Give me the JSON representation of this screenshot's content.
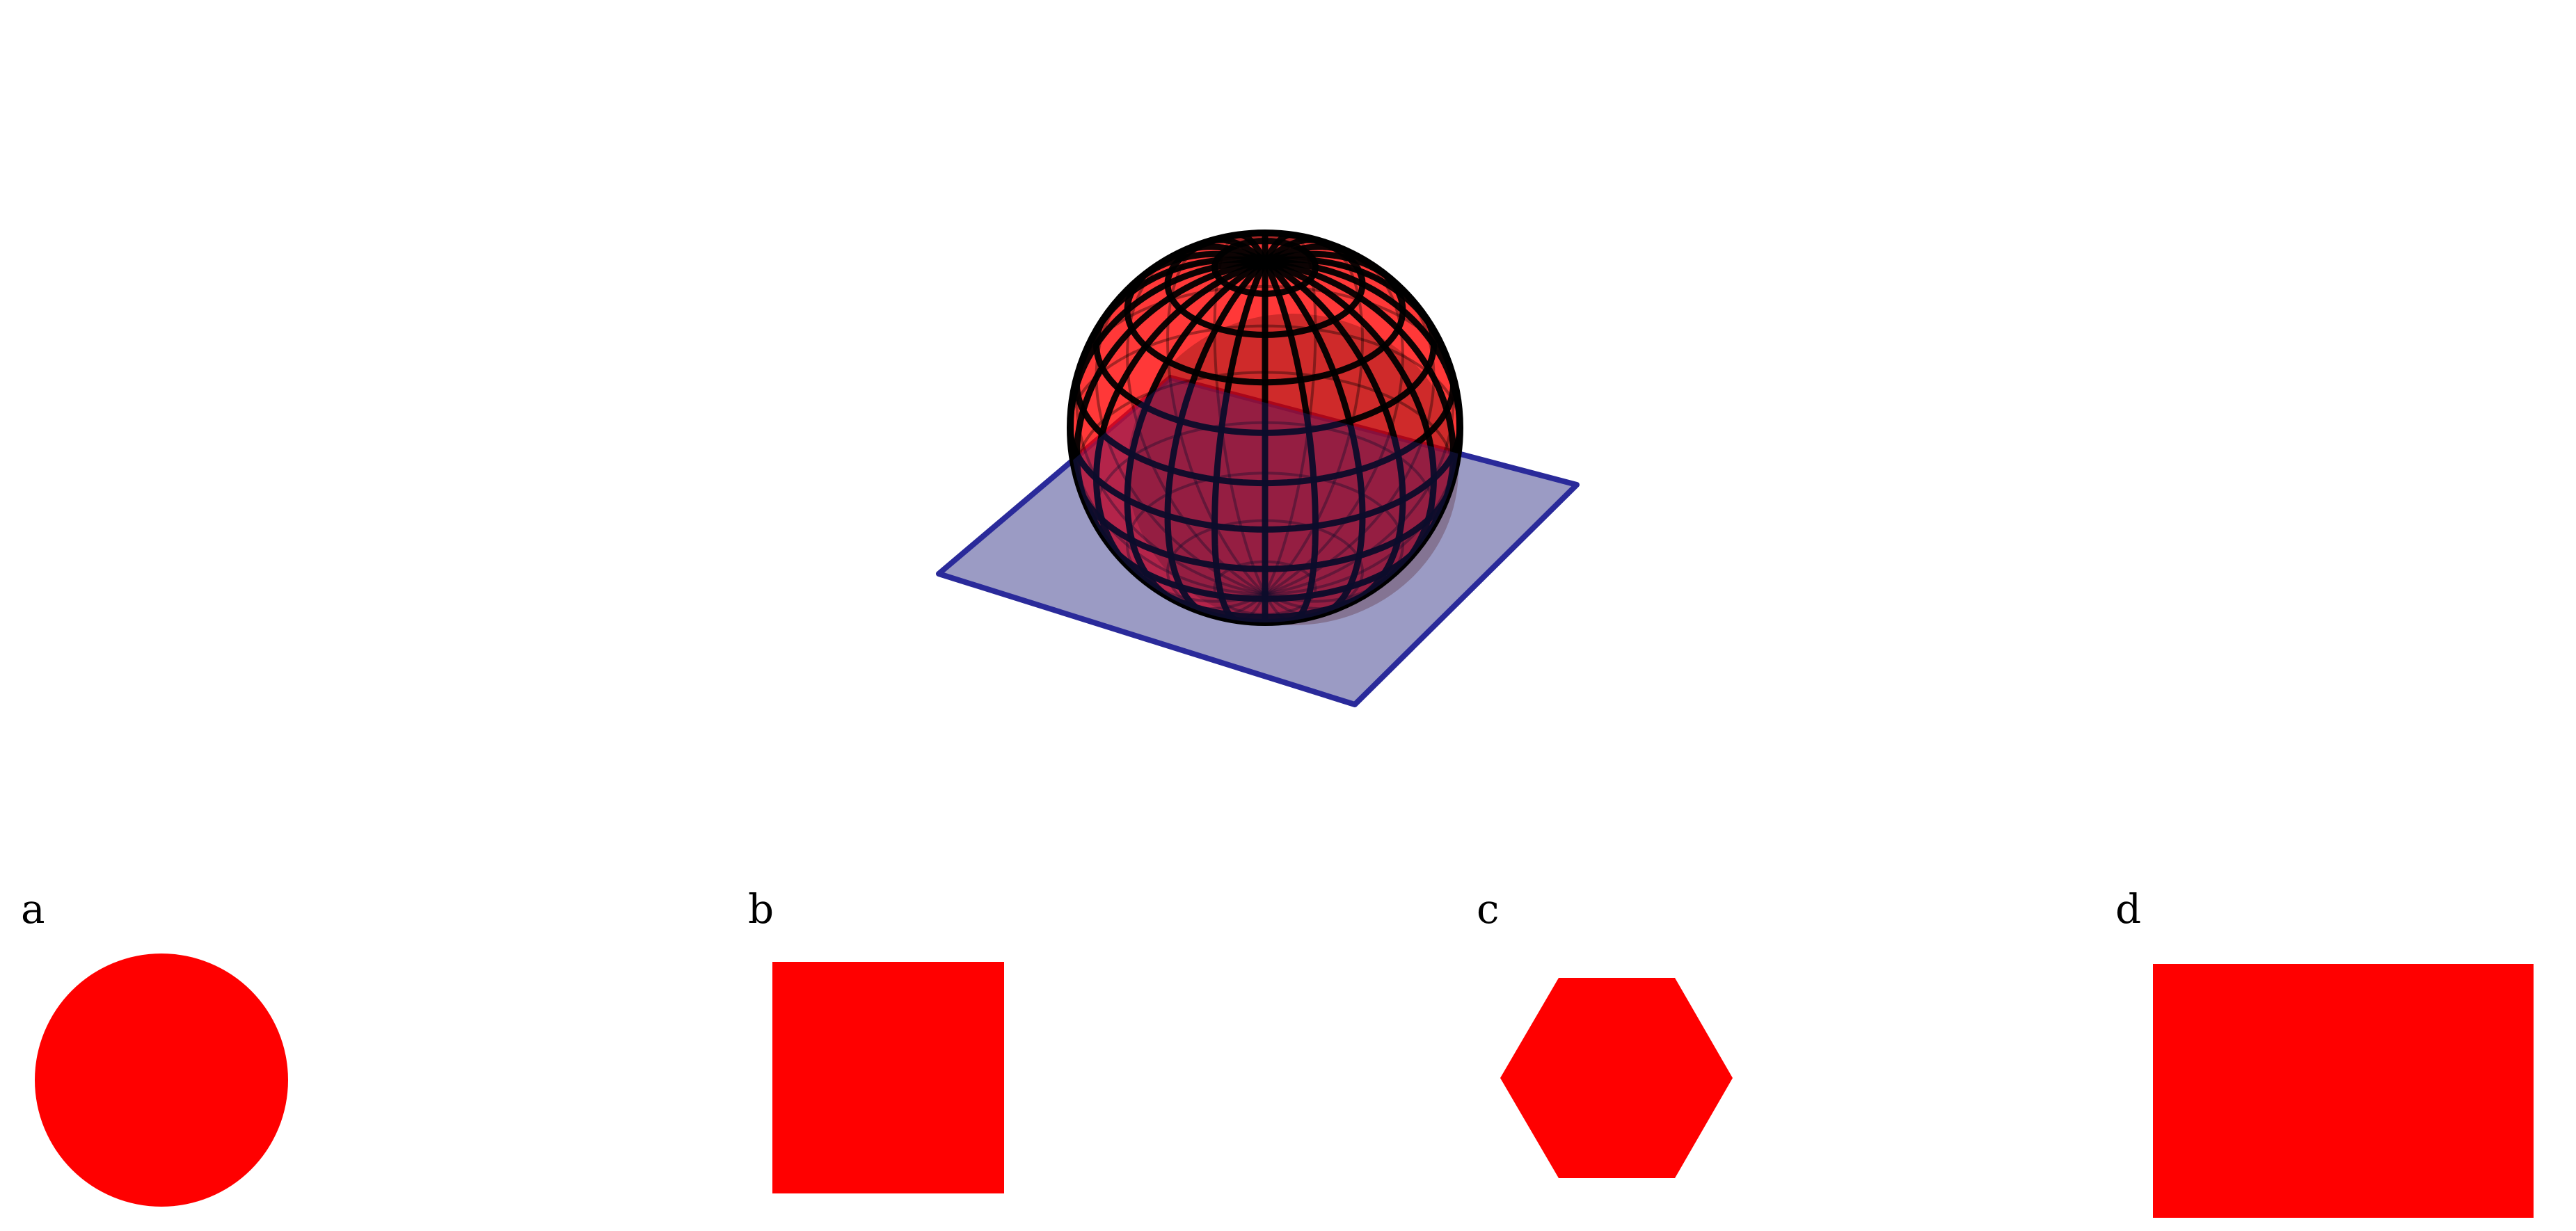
{
  "colors": {
    "sphere_fill": "#ff0000",
    "sphere_grid": "#000000",
    "plane_fill": "#9b9bc4",
    "plane_edge": "#2a2a9a",
    "option_fill": "#ff0000"
  },
  "scene": {
    "object": "sphere-on-plane",
    "sphere_meridians": 24,
    "sphere_parallels": 12
  },
  "options": [
    {
      "label": "a",
      "shape": "circle"
    },
    {
      "label": "b",
      "shape": "square"
    },
    {
      "label": "c",
      "shape": "hexagon"
    },
    {
      "label": "d",
      "shape": "rectangle"
    }
  ]
}
